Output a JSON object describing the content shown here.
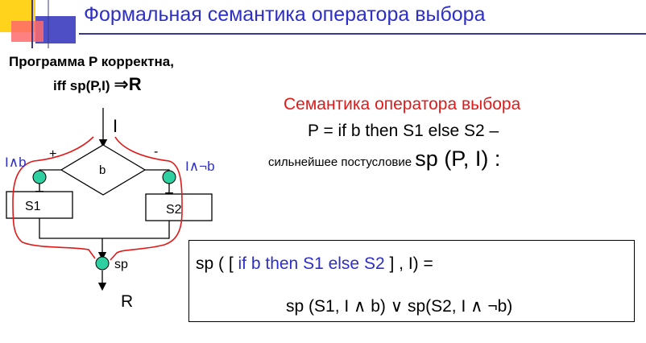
{
  "slide": {
    "title": "Формальная семантика оператора выбора"
  },
  "claim": {
    "line1": "Программа P корректна,",
    "line2_text": "iff sp(P,I) ",
    "line2_arrow": "⇒",
    "line2_result": "R"
  },
  "flowchart": {
    "input_label": "I",
    "condition": "b",
    "plus_sign": "+",
    "minus_sign": "-",
    "left_guard": "I∧b",
    "right_guard": "I∧¬b",
    "box_left": "S1",
    "box_right": "S2",
    "join_label": "sp",
    "output_label": "R"
  },
  "semantics": {
    "title": "Семантика оператора выбора",
    "program": "P = if b then S1 else S2 –",
    "sp_prefix": "сильнейшее постусловие ",
    "sp_formula": "sp (P, I) :"
  },
  "formula": {
    "line1_pre": "sp ( [ ",
    "line1_kw": "if b then S1 else S2",
    "line1_post": " ] , I) =",
    "line2": "sp (S1, I ∧ b)  ∨  sp(S2, I ∧ ¬b)"
  },
  "colors": {
    "title": "#2e2ec8",
    "accent_red": "#e01a1a",
    "node_fill": "#2ecfa0",
    "deco_yellow": "#ffd21c",
    "deco_blue": "#3c3cbf",
    "deco_red": "#ff5a5a"
  }
}
